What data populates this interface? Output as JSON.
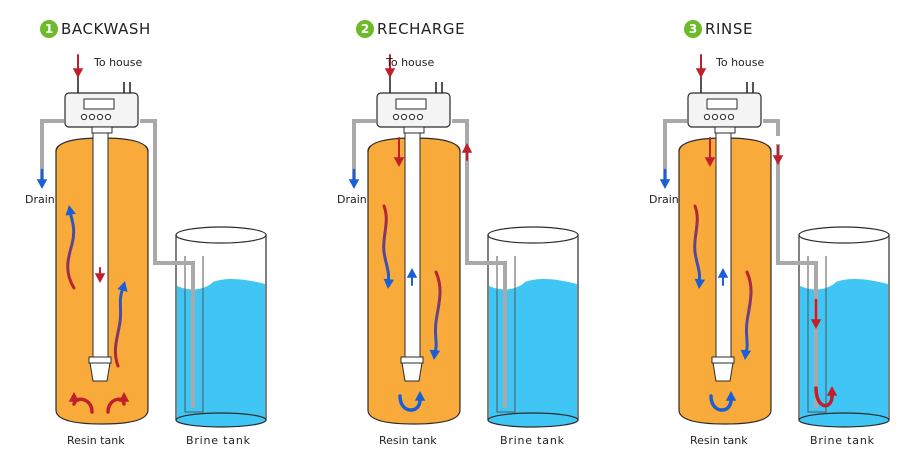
{
  "colors": {
    "resin": "#f8aa3b",
    "brine": "#3fc6f5",
    "arrow_red": "#c0202b",
    "arrow_blue": "#1a5fd6",
    "arrow_purple": "#6d4b9a",
    "pipe": "#a9a9a9",
    "step_badge": "#6dbb2b"
  },
  "icons": [
    "control-valve-icon",
    "flow-arrow-icon",
    "u-turn-arrow-icon"
  ],
  "panels": [
    {
      "number": "1",
      "title": "BACKWASH",
      "to_house": "To house",
      "drain": "Drain",
      "resin_tank": "Resin tank",
      "brine_tank": "Brine tank"
    },
    {
      "number": "2",
      "title": "RECHARGE",
      "to_house": "To house",
      "drain": "Drain",
      "resin_tank": "Resin tank",
      "brine_tank": "Brine tank"
    },
    {
      "number": "3",
      "title": "RINSE",
      "to_house": "To house",
      "drain": "Drain",
      "resin_tank": "Resin tank",
      "brine_tank": "Brine tank"
    }
  ]
}
